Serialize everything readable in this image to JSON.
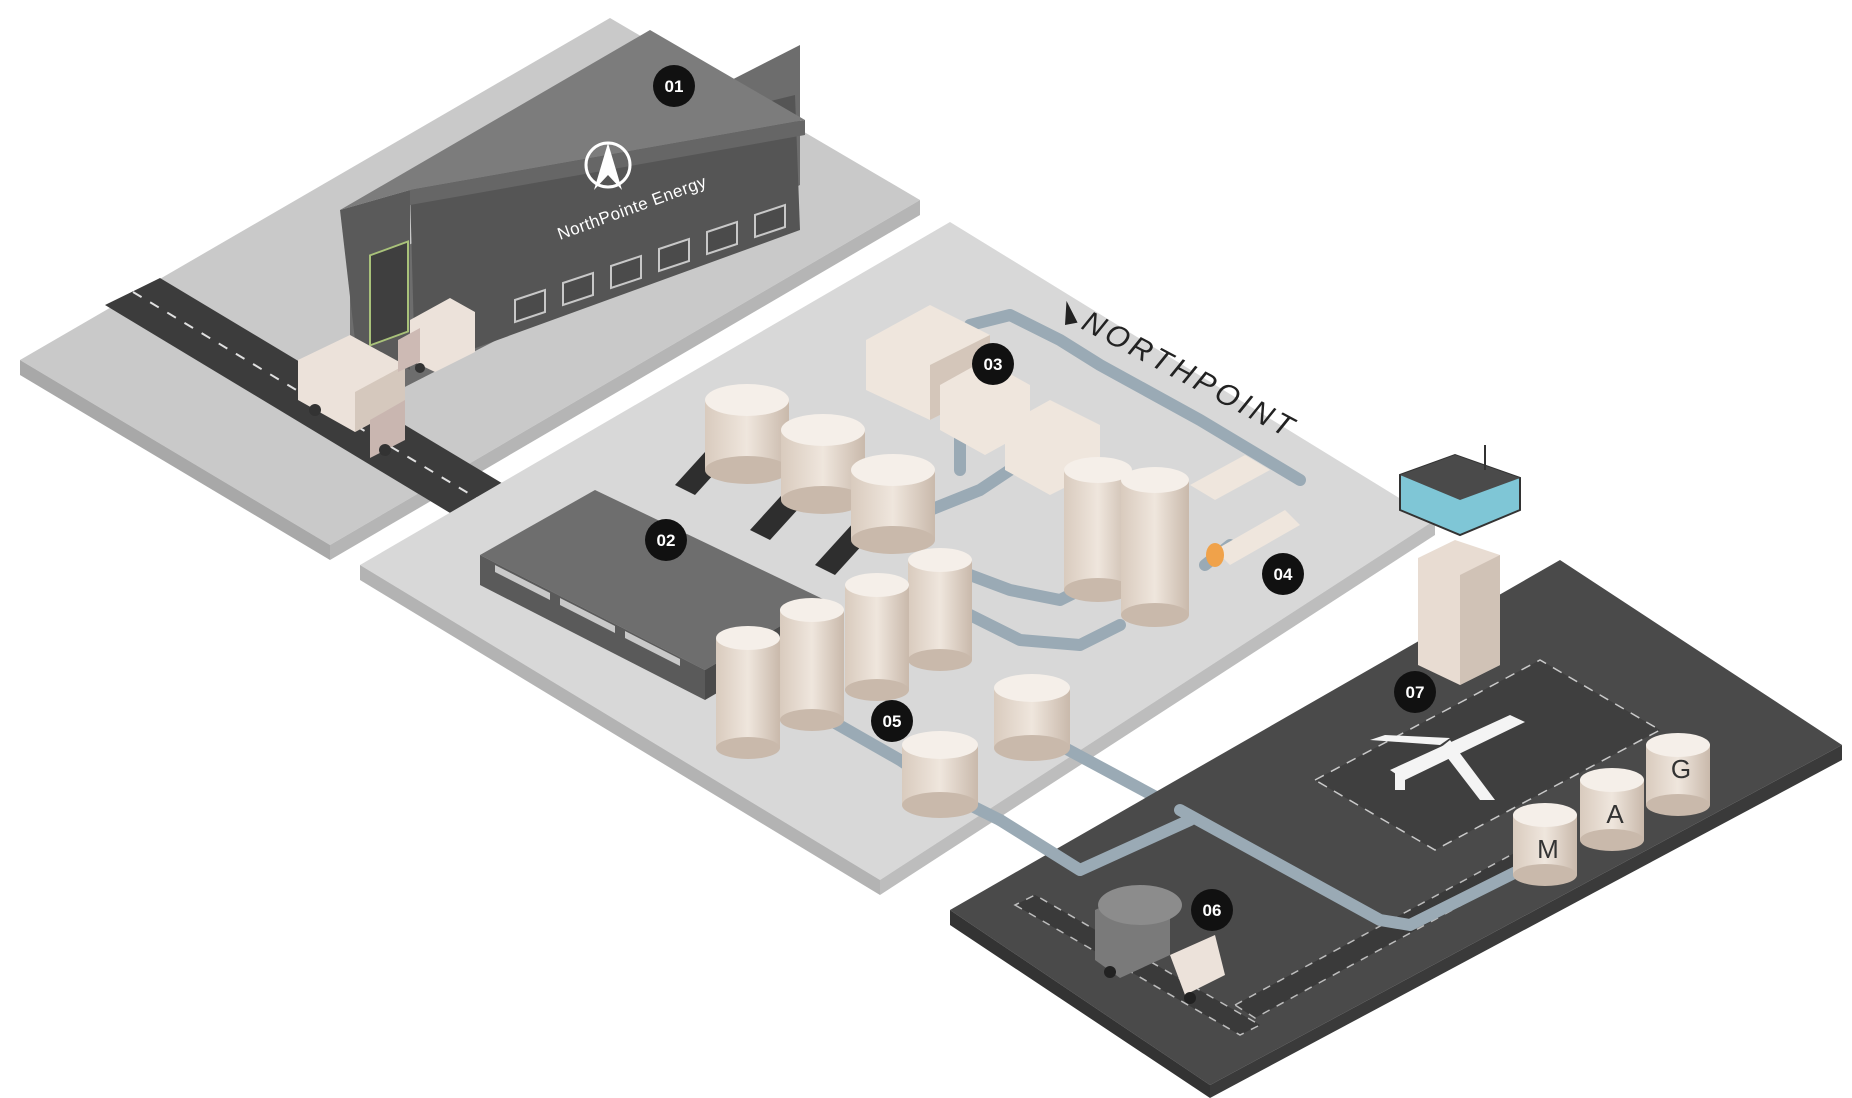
{
  "diagram": {
    "badges": [
      {
        "id": "b01",
        "label": "01",
        "icon": "number-badge"
      },
      {
        "id": "b02",
        "label": "02",
        "icon": "number-badge"
      },
      {
        "id": "b03",
        "label": "03",
        "icon": "number-badge"
      },
      {
        "id": "b04",
        "label": "04",
        "icon": "number-badge"
      },
      {
        "id": "b05",
        "label": "05",
        "icon": "number-badge"
      },
      {
        "id": "b06",
        "label": "06",
        "icon": "number-badge"
      },
      {
        "id": "b07",
        "label": "07",
        "icon": "number-badge"
      }
    ],
    "warehouse_sign": "NorthPointe Energy",
    "ground_brand": "NORTHPOINT",
    "airport_tanks": [
      "M",
      "A",
      "G"
    ],
    "icons": {
      "logo": "northpointe-logo-icon",
      "brand_mark": "northpoint-arrow-icon"
    },
    "colors": {
      "ground_light": "#d6d6d6",
      "ground_dark": "#4a4a4a",
      "road": "#3a3a3a",
      "building_roof": "#7a7a7a",
      "tank": "#e8dcd2",
      "pipe": "#9aaab5",
      "badge": "#111111",
      "tower_glass": "#7fc6d6"
    }
  }
}
